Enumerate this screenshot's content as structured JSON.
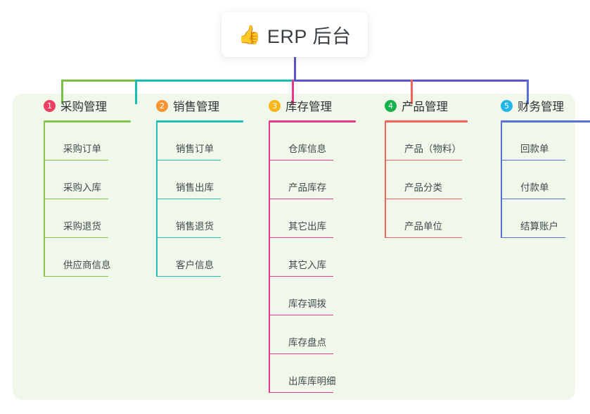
{
  "header": {
    "icon": "thumbs-up-icon",
    "icon_glyph": "👍",
    "title": "ERP 后台"
  },
  "colors": {
    "panel_bg": "#eff8ea",
    "canvas_bg": "#ffffff",
    "title_text": "#3a3f44",
    "connector_segments": [
      "#7ac143",
      "#18bfae",
      "#5a57c8"
    ]
  },
  "connector": {
    "bar_color_left": "#7ac143",
    "bar_color_mid": "#18bfae",
    "bar_color_right": "#5a57c8",
    "stub_colors": [
      "#7ac143",
      "#18bfae",
      "#e8398b",
      "#f2635c",
      "#5a6fd6"
    ]
  },
  "columns": [
    {
      "number": "1",
      "title": "采购管理",
      "badge_color": "#ef3e62",
      "rule_color": "#85c44f",
      "spine_color": "#85c44f",
      "items": [
        {
          "label": "采购订单"
        },
        {
          "label": "采购入库"
        },
        {
          "label": "采购退货"
        },
        {
          "label": "供应商信息"
        }
      ]
    },
    {
      "number": "2",
      "title": "销售管理",
      "badge_color": "#f79433",
      "rule_color": "#23bfb4",
      "spine_color": "#23bfb4",
      "items": [
        {
          "label": "销售订单"
        },
        {
          "label": "销售出库"
        },
        {
          "label": "销售退货"
        },
        {
          "label": "客户信息"
        }
      ]
    },
    {
      "number": "3",
      "title": "库存管理",
      "badge_color": "#f9b618",
      "rule_color": "#e8398b",
      "spine_color": "#e8398b",
      "items": [
        {
          "label": "仓库信息"
        },
        {
          "label": "产品库存"
        },
        {
          "label": "其它出库"
        },
        {
          "label": "其它入库"
        },
        {
          "label": "库存调拨"
        },
        {
          "label": "库存盘点"
        },
        {
          "label": "出库库明细"
        }
      ]
    },
    {
      "number": "4",
      "title": "产品管理",
      "badge_color": "#17b24c",
      "rule_color": "#f2635c",
      "spine_color": "#f2635c",
      "items": [
        {
          "label": "产品（物料）"
        },
        {
          "label": "产品分类"
        },
        {
          "label": "产品单位"
        }
      ]
    },
    {
      "number": "5",
      "title": "财务管理",
      "badge_color": "#22b6e8",
      "rule_color": "#5a6fd6",
      "spine_color": "#5a6fd6",
      "items": [
        {
          "label": "回款单"
        },
        {
          "label": "付款单"
        },
        {
          "label": "结算账户"
        }
      ]
    }
  ]
}
